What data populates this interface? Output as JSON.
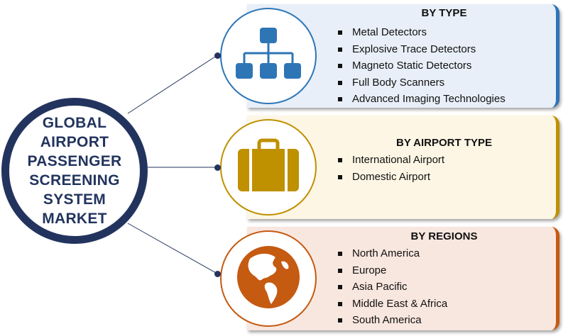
{
  "hub": {
    "title": "GLOBAL AIRPORT PASSENGER SCREENING SYSTEM MARKET"
  },
  "segments": [
    {
      "title": "BY TYPE",
      "icon": "hierarchy-icon",
      "accent": "#2e75b6",
      "background": "#e8eff8",
      "items": [
        "Metal Detectors",
        "Explosive Trace Detectors",
        "Magneto Static Detectors",
        "Full Body Scanners",
        "Advanced Imaging Technologies"
      ]
    },
    {
      "title": "BY AIRPORT TYPE",
      "icon": "suitcase-icon",
      "accent": "#bf9000",
      "background": "#fdf6e4",
      "items": [
        "International Airport",
        "Domestic Airport"
      ]
    },
    {
      "title": "BY REGIONS",
      "icon": "globe-icon",
      "accent": "#c55a11",
      "background": "#f8e7df",
      "items": [
        "North America",
        "Europe",
        "Asia Pacific",
        "Middle East & Africa",
        "South America"
      ]
    }
  ],
  "colors": {
    "hub_border": "#22345e",
    "connector": "#22345e"
  }
}
